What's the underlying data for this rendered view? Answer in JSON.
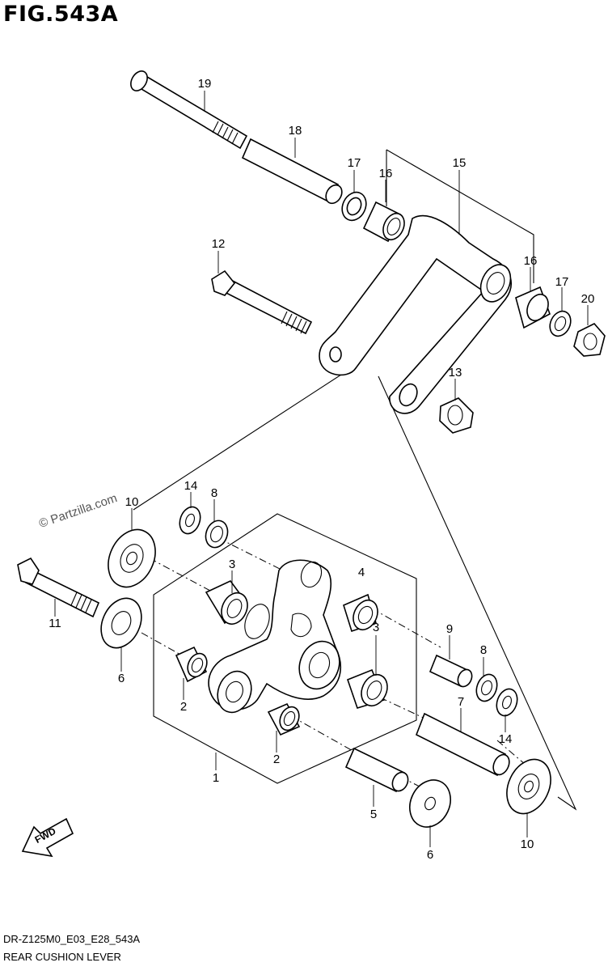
{
  "figure": {
    "title": "FIG.543A",
    "code": "DR-Z125M0_E03_E28_543A",
    "name": "REAR CUSHION LEVER",
    "watermark": "© Partzilla.com",
    "fwd_label": "FWD"
  },
  "callouts": [
    {
      "id": "c19",
      "label": "19"
    },
    {
      "id": "c18",
      "label": "18"
    },
    {
      "id": "c17a",
      "label": "17"
    },
    {
      "id": "c16a",
      "label": "16"
    },
    {
      "id": "c15",
      "label": "15"
    },
    {
      "id": "c16b",
      "label": "16"
    },
    {
      "id": "c17b",
      "label": "17"
    },
    {
      "id": "c20",
      "label": "20"
    },
    {
      "id": "c12",
      "label": "12"
    },
    {
      "id": "c13",
      "label": "13"
    },
    {
      "id": "c14a",
      "label": "14"
    },
    {
      "id": "c8a",
      "label": "8"
    },
    {
      "id": "c10a",
      "label": "10"
    },
    {
      "id": "c4",
      "label": "4"
    },
    {
      "id": "c3a",
      "label": "3"
    },
    {
      "id": "c11",
      "label": "11"
    },
    {
      "id": "c6a",
      "label": "6"
    },
    {
      "id": "c2a",
      "label": "2"
    },
    {
      "id": "c3b",
      "label": "3"
    },
    {
      "id": "c9",
      "label": "9"
    },
    {
      "id": "c8b",
      "label": "8"
    },
    {
      "id": "c7",
      "label": "7"
    },
    {
      "id": "c14b",
      "label": "14"
    },
    {
      "id": "c2b",
      "label": "2"
    },
    {
      "id": "c1",
      "label": "1"
    },
    {
      "id": "c5",
      "label": "5"
    },
    {
      "id": "c6b",
      "label": "6"
    },
    {
      "id": "c10b",
      "label": "10"
    }
  ]
}
